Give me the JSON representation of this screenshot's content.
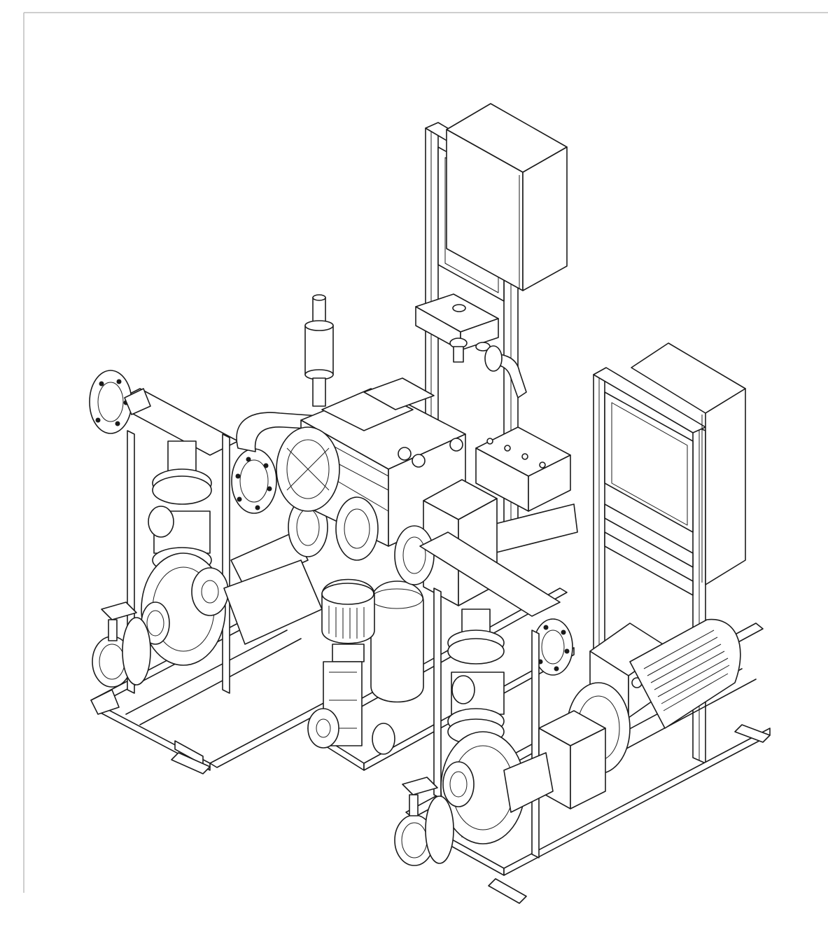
{
  "drawing": {
    "line_color": "#1a1a1a",
    "background": "#ffffff",
    "frame_color": "#bdbdbd",
    "components": [
      "control-cabinet-rear",
      "control-cabinet-front",
      "diesel-engine",
      "exhaust-silencer",
      "battery-pack",
      "jockey-pump",
      "pressure-tank",
      "electric-motor",
      "centrifugal-pump-left",
      "centrifugal-pump-right",
      "butterfly-valve-left",
      "butterfly-valve-right",
      "discharge-pipe-left",
      "discharge-pipe-right"
    ]
  }
}
